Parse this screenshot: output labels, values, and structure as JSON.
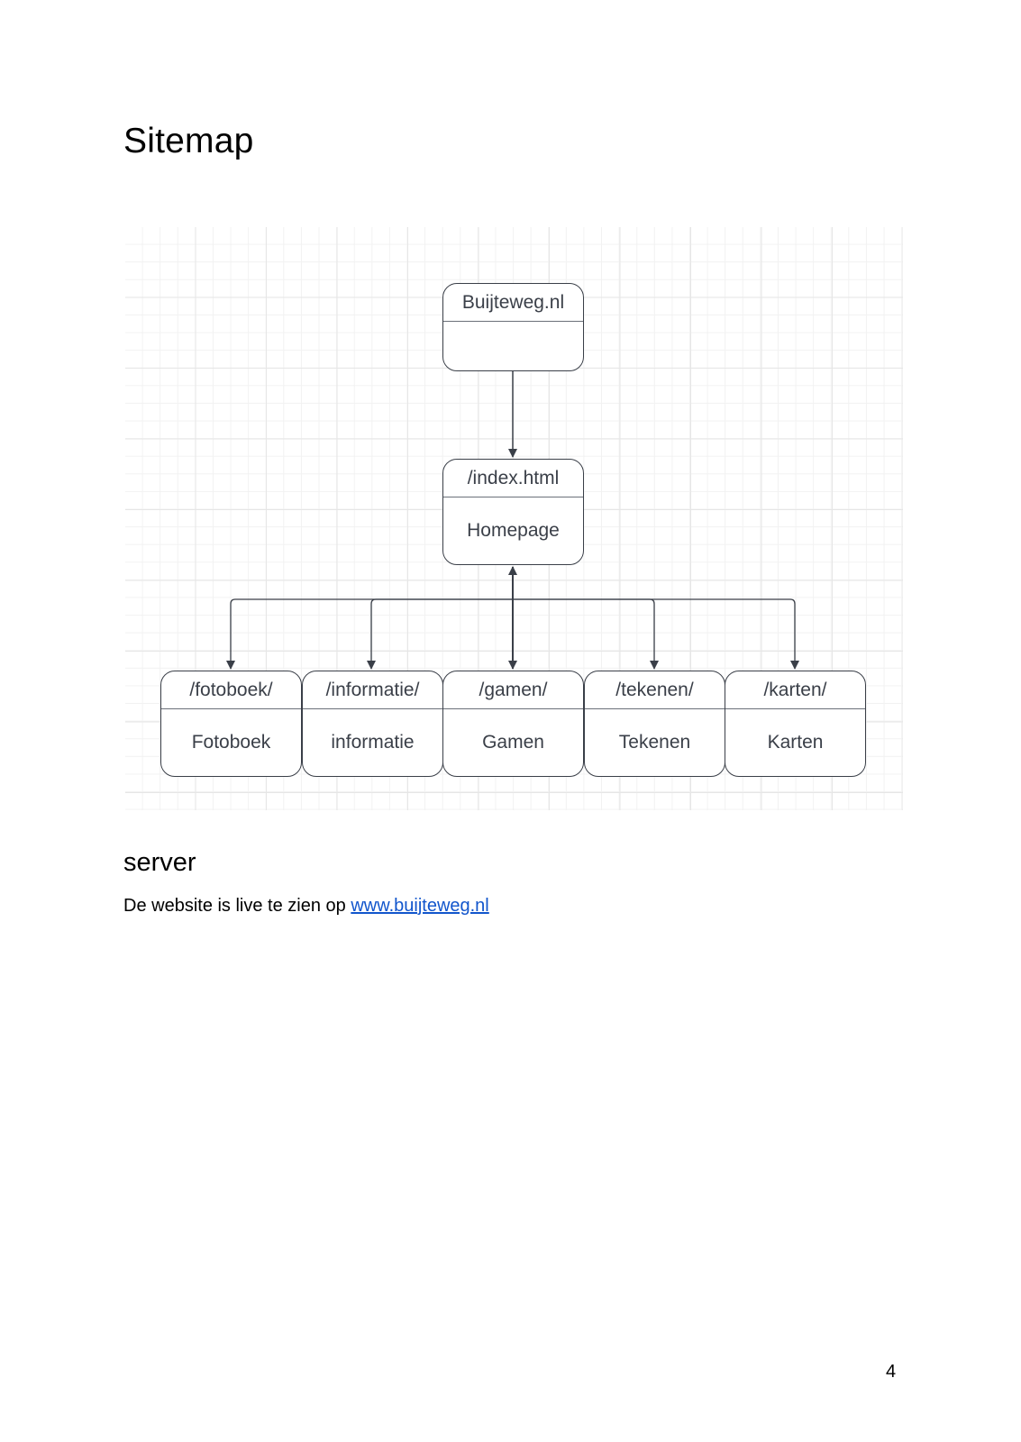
{
  "document": {
    "title": "Sitemap",
    "section_heading": "server",
    "paragraph_text": "De website is live te zien op ",
    "link_text": "www.buijteweg.nl",
    "page_number": "4"
  },
  "diagram": {
    "root": {
      "title": "Buijteweg.nl",
      "body": ""
    },
    "home": {
      "title": "/index.html",
      "body": "Homepage"
    },
    "children": [
      {
        "title": "/fotoboek/",
        "body": "Fotoboek"
      },
      {
        "title": "/informatie/",
        "body": "informatie"
      },
      {
        "title": "/gamen/",
        "body": "Gamen"
      },
      {
        "title": "/tekenen/",
        "body": "Tekenen"
      },
      {
        "title": "/karten/",
        "body": "Karten"
      }
    ],
    "colors": {
      "stroke": "#3a3f48",
      "text": "#3a3f48",
      "link": "#1155cc"
    }
  }
}
